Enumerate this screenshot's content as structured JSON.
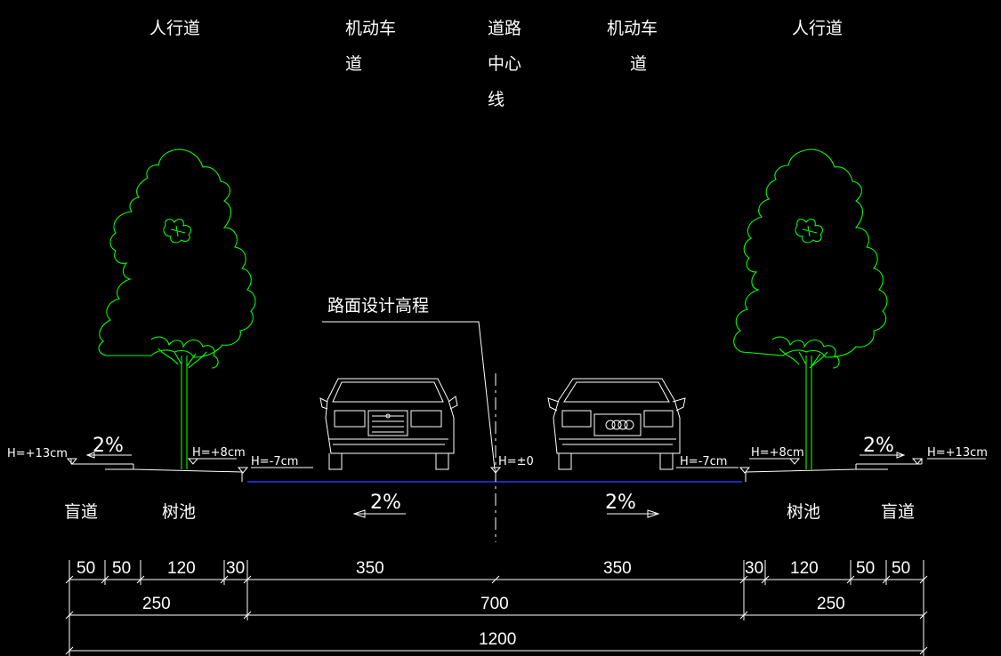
{
  "top_labels": {
    "left_sidewalk": "人行道",
    "left_lane_1": "机动车",
    "left_lane_2": "道",
    "center_1": "道路",
    "center_2": "中心",
    "center_3": "线",
    "right_lane_1": "机动车",
    "right_lane_2": "道",
    "right_sidewalk": "人行道"
  },
  "design_elevation_label": "路面设计高程",
  "elevations": {
    "left_outer": "H=+13cm",
    "left_tree": "H=+8cm",
    "left_curb": "H=-7cm",
    "center": "H=±0",
    "right_curb": "H=-7cm",
    "right_tree": "H=+8cm",
    "right_outer": "H=+13cm"
  },
  "slopes": {
    "left_walk": "2%",
    "left_road": "2%",
    "right_road": "2%",
    "right_walk": "2%"
  },
  "bottom_labels": {
    "left_blind": "盲道",
    "left_pit": "树池",
    "right_pit": "树池",
    "right_blind": "盲道"
  },
  "dimensions": {
    "row1": [
      "50",
      "50",
      "120",
      "30",
      "350",
      "350",
      "30",
      "120",
      "50",
      "50"
    ],
    "row2": [
      "250",
      "700",
      "250"
    ],
    "row3": "1200"
  }
}
